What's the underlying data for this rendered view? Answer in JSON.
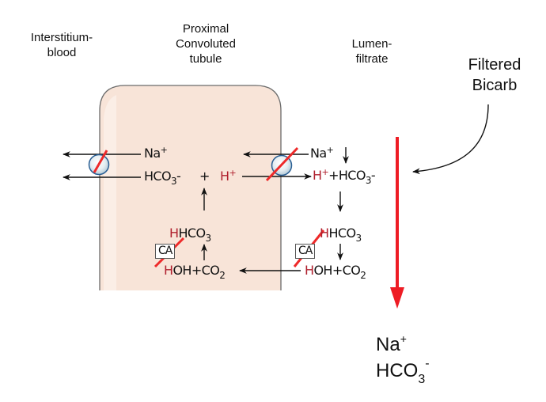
{
  "labels": {
    "interstitium": [
      "Interstitium-",
      "blood"
    ],
    "pct": [
      "Proximal",
      "Convoluted",
      "tubule"
    ],
    "lumen": [
      "Lumen-",
      "filtrate"
    ],
    "filtered": [
      "Filtered",
      "Bicarb"
    ]
  },
  "cell_species": {
    "basolateral_na": {
      "base": "Na",
      "charge": "+"
    },
    "basolateral_hco3": {
      "base": "HCO",
      "sub": "3",
      "suffix": "-"
    },
    "plus": "+",
    "h_ion": {
      "base": "H",
      "charge": "+"
    },
    "hhco3": {
      "h": "H",
      "rest": "HCO",
      "sub": "3"
    },
    "hoh_co2": {
      "h": "H",
      "rest": "OH+CO",
      "sub": "2"
    },
    "enzyme": "CA"
  },
  "lumen_species": {
    "na": {
      "base": "Na",
      "charge": "+"
    },
    "h_ion": {
      "base": "H",
      "charge": "+"
    },
    "plus": "+",
    "hco3": {
      "base": "HCO",
      "sub": "3",
      "suffix": "-"
    },
    "hhco3": {
      "h": "H",
      "rest": "HCO",
      "sub": "3"
    },
    "hoh_co2": {
      "h": "H",
      "rest": "OH+CO",
      "sub": "2"
    },
    "enzyme": "CA"
  },
  "output": {
    "na": {
      "base": "Na",
      "charge": "+"
    },
    "hco3": {
      "base": "HCO",
      "sub": "3",
      "charge": "-"
    }
  },
  "colors": {
    "cell_fill": "#f8e4d8",
    "cell_highlight": "#fbeee6",
    "cell_border": "#666666",
    "block_red": "#ee2a2a",
    "flow_red": "#ee1c24",
    "proton_red": "#b0202e",
    "transporter_fill": "#dde8ee",
    "transporter_border": "#2a5f94"
  }
}
